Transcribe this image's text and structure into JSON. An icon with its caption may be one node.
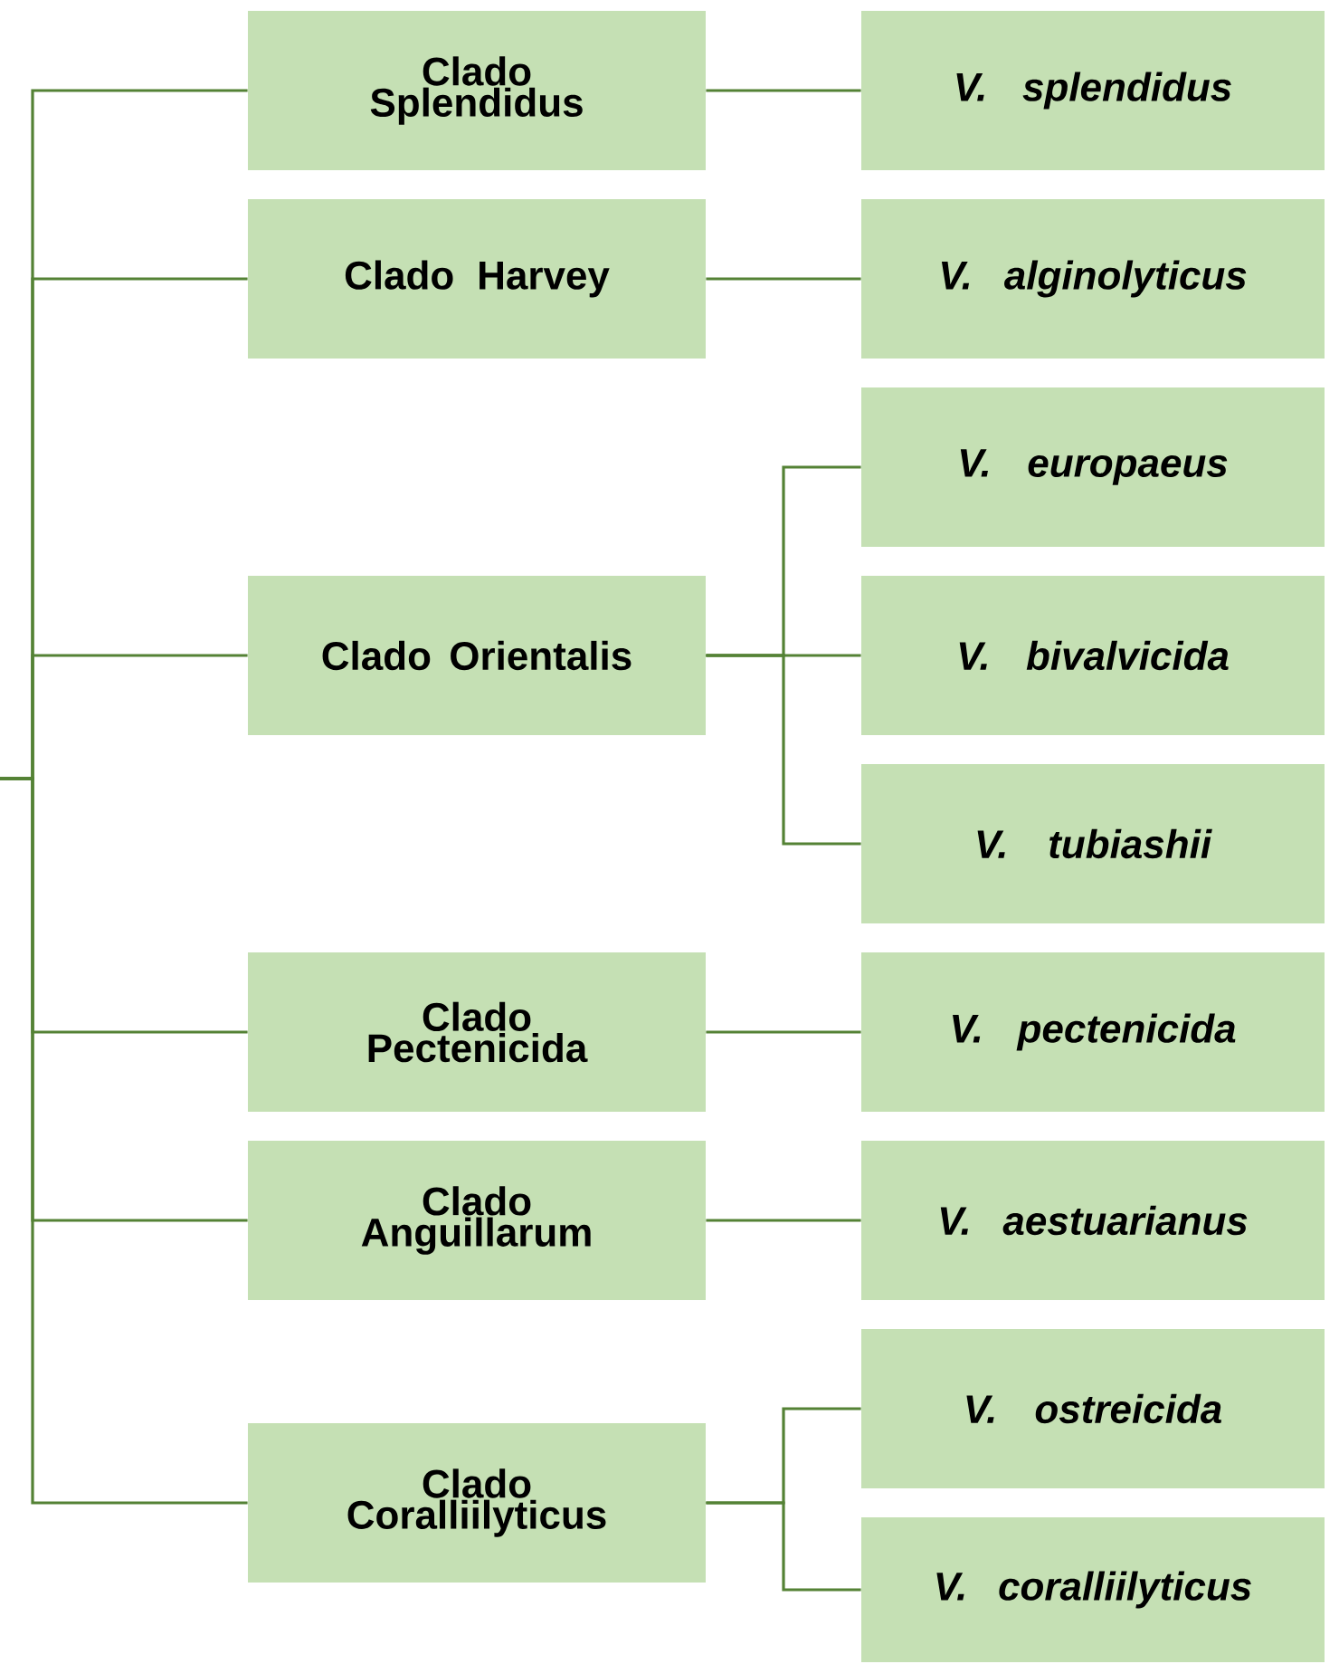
{
  "diagram": {
    "nodes": [
      {
        "text": [
          "Clado Splendidus"
        ]
      },
      {
        "text": [
          "Clado Harvey"
        ]
      },
      {
        "text": [
          "Clado Orientalis"
        ]
      },
      {
        "text": [
          "Clado Pectenicida"
        ]
      },
      {
        "text": [
          "Clado Anguillarum"
        ]
      },
      {
        "text": [
          "Clado Coralliilyticus"
        ]
      },
      {
        "text": [
          "V. splendidus"
        ]
      },
      {
        "text": [
          "V. alginolyticus"
        ]
      },
      {
        "text": [
          "V. europaeus"
        ]
      },
      {
        "text": [
          "V. bivalvicida"
        ]
      },
      {
        "text": [
          "V. tubiashii"
        ]
      },
      {
        "text": [
          "V. pectenicida"
        ]
      },
      {
        "text": [
          "V. aestuarianus"
        ]
      },
      {
        "text": [
          "V. ostreicida"
        ]
      },
      {
        "text": [
          "V. coralliilyticus"
        ]
      }
    ],
    "edges": [
      {
        "from": null,
        "to": 0,
        "arrow": "none"
      },
      {
        "from": null,
        "to": 1,
        "arrow": "none"
      },
      {
        "from": null,
        "to": 2,
        "arrow": "none"
      },
      {
        "from": null,
        "to": 3,
        "arrow": "none"
      },
      {
        "from": null,
        "to": 4,
        "arrow": "none"
      },
      {
        "from": null,
        "to": 5,
        "arrow": "none"
      },
      {
        "from": 0,
        "to": 6,
        "arrow": "none"
      },
      {
        "from": 1,
        "to": 7,
        "arrow": "none"
      },
      {
        "from": 2,
        "to": 8,
        "arrow": "none"
      },
      {
        "from": 2,
        "to": 9,
        "arrow": "none"
      },
      {
        "from": 2,
        "to": 10,
        "arrow": "none"
      },
      {
        "from": 3,
        "to": 11,
        "arrow": "none"
      },
      {
        "from": 4,
        "to": 12,
        "arrow": "none"
      },
      {
        "from": 5,
        "to": 13,
        "arrow": "none"
      },
      {
        "from": 5,
        "to": 14,
        "arrow": "none"
      }
    ]
  }
}
